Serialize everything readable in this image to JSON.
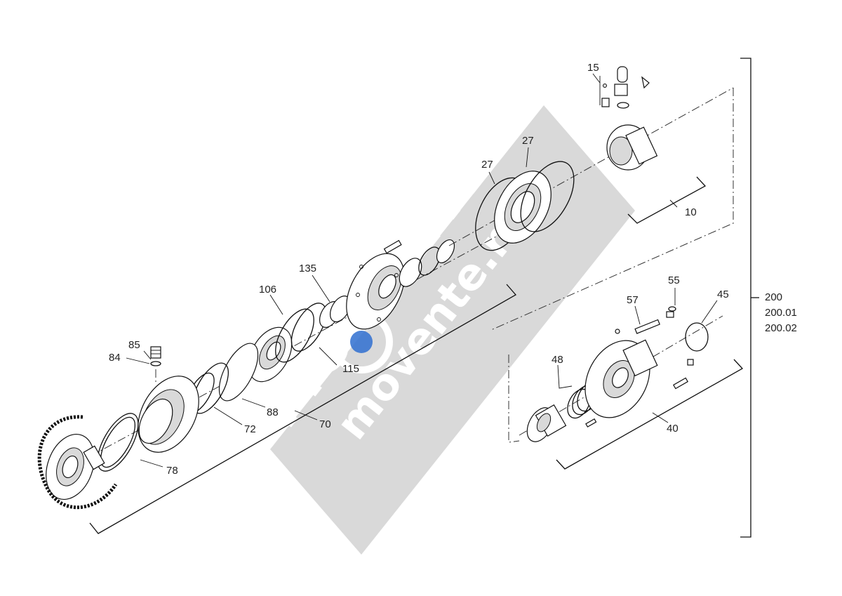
{
  "diagram": {
    "labels": {
      "p15": "15",
      "p27a": "27",
      "p27b": "27",
      "p10": "10",
      "p135": "135",
      "p106": "106",
      "p115": "115",
      "p85": "85",
      "p84": "84",
      "p88": "88",
      "p70": "70",
      "p72": "72",
      "p78": "78",
      "p55": "55",
      "p57": "57",
      "p45": "45",
      "p48": "48",
      "p40": "40",
      "g200": "200",
      "g20001": "200.01",
      "g20002": "200.02"
    },
    "watermark": {
      "brand": "MOVENTE",
      "domain": "movente.ru",
      "band_color": "#cfcfcf",
      "accent_color": "#2f6fd0"
    },
    "colors": {
      "line": "#111111",
      "label": "#222222",
      "background": "#ffffff"
    }
  }
}
